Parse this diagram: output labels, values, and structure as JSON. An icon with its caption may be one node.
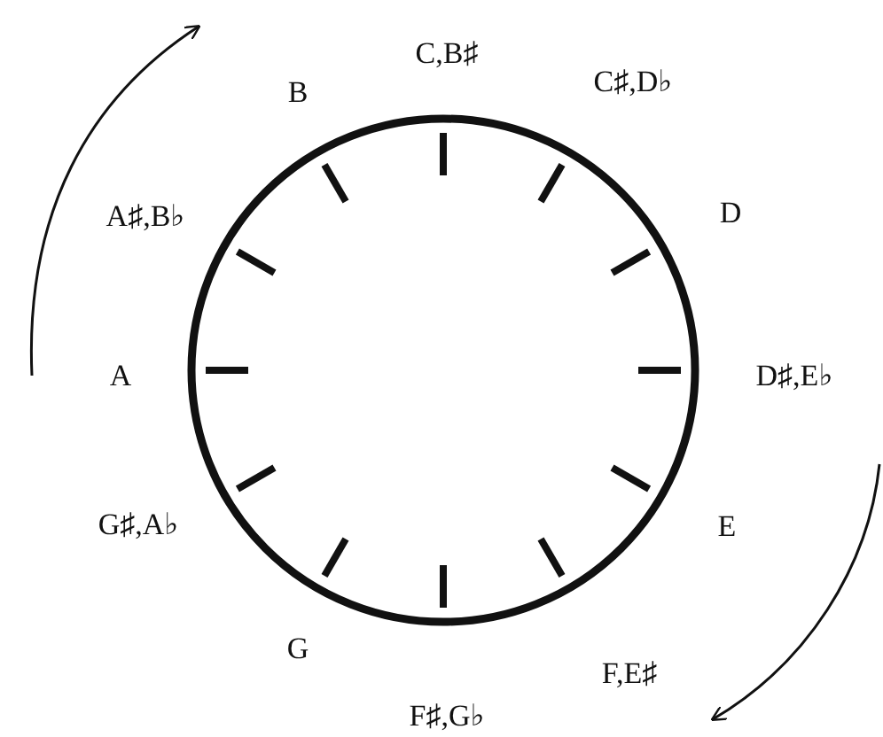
{
  "diagram": {
    "labels": [
      "C,B♯",
      "C♯,D♭",
      "D",
      "D♯,E♭",
      "E",
      "F,E♯",
      "F♯,G♭",
      "G",
      "G♯,A♭",
      "A",
      "A♯,B♭",
      "B"
    ]
  }
}
